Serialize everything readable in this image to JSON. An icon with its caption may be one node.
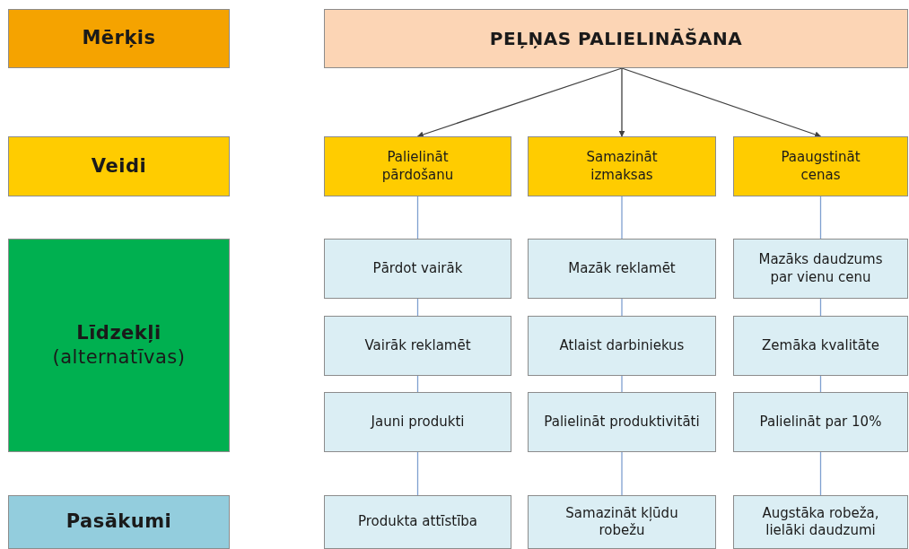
{
  "diagram": {
    "nodes": [
      {
        "text": [
          "Mērķis"
        ]
      },
      {
        "text": [
          "PEĻŅAS PALIELINĀŠANA"
        ]
      },
      {
        "text": [
          "Veidi"
        ]
      },
      {
        "text": [
          "Palielināt pārdošanu"
        ]
      },
      {
        "text": [
          "Samazināt izmaksas"
        ]
      },
      {
        "text": [
          "Paaugstināt cenas"
        ]
      },
      {
        "text": [
          "Līdzekļi",
          "(alternatīvas)"
        ]
      },
      {
        "text": [
          "Pārdot vairāk"
        ]
      },
      {
        "text": [
          "Mazāk reklamēt"
        ]
      },
      {
        "text": [
          "Mazāks daudzums par vienu cenu"
        ]
      },
      {
        "text": [
          "Vairāk reklamēt"
        ]
      },
      {
        "text": [
          "Atlaist darbiniekus"
        ]
      },
      {
        "text": [
          "Zemāka kvalitāte"
        ]
      },
      {
        "text": [
          "Jauni produkti"
        ]
      },
      {
        "text": [
          "Palielināt produktivitāti"
        ]
      },
      {
        "text": [
          "Palielināt par 10%"
        ]
      },
      {
        "text": [
          "Pasākumi"
        ]
      },
      {
        "text": [
          "Produkta attīstība"
        ]
      },
      {
        "text": [
          "Samazināt kļūdu robežu"
        ]
      },
      {
        "text": [
          "Augstāka robeža, lielāki daudzumi"
        ]
      }
    ],
    "edges": [
      {
        "from": 1,
        "to": 3,
        "arrow": "to",
        "color": "#404040"
      },
      {
        "from": 1,
        "to": 4,
        "arrow": "to",
        "color": "#404040"
      },
      {
        "from": 1,
        "to": 5,
        "arrow": "to",
        "color": "#404040"
      },
      {
        "from": 3,
        "to": 7,
        "arrow": "none"
      },
      {
        "from": 7,
        "to": 10,
        "arrow": "none"
      },
      {
        "from": 10,
        "to": 13,
        "arrow": "none"
      },
      {
        "from": 13,
        "to": 17,
        "arrow": "none"
      },
      {
        "from": 4,
        "to": 8,
        "arrow": "none"
      },
      {
        "from": 8,
        "to": 11,
        "arrow": "none"
      },
      {
        "from": 11,
        "to": 14,
        "arrow": "none"
      },
      {
        "from": 14,
        "to": 18,
        "arrow": "none"
      },
      {
        "from": 5,
        "to": 9,
        "arrow": "none"
      },
      {
        "from": 9,
        "to": 12,
        "arrow": "none"
      },
      {
        "from": 12,
        "to": 15,
        "arrow": "none"
      },
      {
        "from": 15,
        "to": 19,
        "arrow": "none"
      }
    ]
  }
}
